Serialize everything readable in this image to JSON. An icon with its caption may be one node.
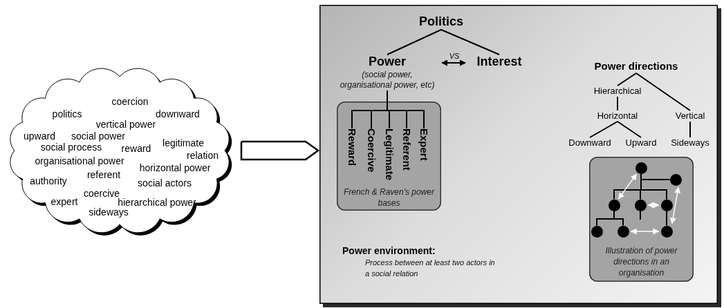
{
  "diagram": {
    "nodes": [
      {
        "text": [
          "coercion",
          "politics",
          "downward",
          "vertical power",
          "upward",
          "social power",
          "social process",
          "reward",
          "legitimate",
          "relation",
          "organisational power",
          "horizontal power",
          "referent",
          "authority",
          "social actors",
          "coercive",
          "expert",
          "hierarchical power",
          "sideways"
        ]
      },
      {
        "text": [],
        "shape": "box"
      },
      {
        "text": [
          "Politics"
        ],
        "in": 1
      },
      {
        "text": [
          "Power",
          "(social power, organisational power, etc)"
        ],
        "in": 1
      },
      {
        "text": [
          "Interest"
        ],
        "in": 1
      },
      {
        "text": [
          "French & Raven's power bases"
        ],
        "in": 1
      },
      {
        "text": [
          "Reward"
        ],
        "in": 5
      },
      {
        "text": [
          "Coercive"
        ],
        "in": 5
      },
      {
        "text": [
          "Legitimate"
        ],
        "in": 5
      },
      {
        "text": [
          "Referent"
        ],
        "in": 5
      },
      {
        "text": [
          "Expert"
        ],
        "in": 5
      },
      {
        "text": [
          "Power environment:",
          "Process between at least two actors in a social relation"
        ],
        "in": 1
      },
      {
        "text": [
          "Power directions"
        ],
        "in": 1
      },
      {
        "text": [
          "Hierarchical"
        ],
        "in": 1
      },
      {
        "text": [
          "Horizontal"
        ],
        "in": 1
      },
      {
        "text": [
          "Vertical"
        ],
        "in": 1
      },
      {
        "text": [
          "Downward"
        ],
        "in": 1
      },
      {
        "text": [
          "Upward"
        ],
        "in": 1
      },
      {
        "text": [
          "Sideways"
        ],
        "in": 1
      },
      {
        "text": [
          "Illustration of power directions in an organisation"
        ],
        "in": 1
      },
      {
        "text": [],
        "shape": "circle",
        "in": 19
      },
      {
        "text": [],
        "shape": "circle",
        "in": 19
      },
      {
        "text": [],
        "shape": "circle",
        "in": 19
      },
      {
        "text": [],
        "shape": "circle",
        "in": 19
      },
      {
        "text": [],
        "shape": "circle",
        "in": 19
      },
      {
        "text": [],
        "shape": "circle",
        "in": 19
      },
      {
        "text": [],
        "shape": "circle",
        "in": 19
      },
      {
        "text": [],
        "shape": "circle",
        "in": 19
      }
    ],
    "edges": [
      {
        "from": 0,
        "to": 1,
        "arrow": "to"
      },
      {
        "from": 2,
        "to": 3,
        "arrow": "none"
      },
      {
        "from": 2,
        "to": 4,
        "arrow": "none"
      },
      {
        "from": 3,
        "to": 4,
        "arrow": "both",
        "label": "VS"
      },
      {
        "from": 3,
        "to": 6,
        "arrow": "none"
      },
      {
        "from": 3,
        "to": 7,
        "arrow": "none"
      },
      {
        "from": 3,
        "to": 8,
        "arrow": "none"
      },
      {
        "from": 3,
        "to": 9,
        "arrow": "none"
      },
      {
        "from": 3,
        "to": 10,
        "arrow": "none"
      },
      {
        "from": 12,
        "to": 13,
        "arrow": "none"
      },
      {
        "from": 12,
        "to": 15,
        "arrow": "none"
      },
      {
        "from": 13,
        "to": 14,
        "arrow": "none"
      },
      {
        "from": 14,
        "to": 16,
        "arrow": "none"
      },
      {
        "from": 14,
        "to": 17,
        "arrow": "none"
      },
      {
        "from": 15,
        "to": 18,
        "arrow": "none"
      },
      {
        "from": 20,
        "to": 21,
        "arrow": "none"
      },
      {
        "from": 20,
        "to": 22,
        "arrow": "none"
      },
      {
        "from": 20,
        "to": 23,
        "arrow": "none"
      },
      {
        "from": 20,
        "to": 24,
        "arrow": "none"
      },
      {
        "from": 22,
        "to": 25,
        "arrow": "none"
      },
      {
        "from": 22,
        "to": 26,
        "arrow": "none"
      },
      {
        "from": 24,
        "to": 27,
        "arrow": "none"
      },
      {
        "from": 20,
        "to": 22,
        "arrow": "both",
        "color": "#ffffff"
      },
      {
        "from": 23,
        "to": 24,
        "arrow": "both",
        "color": "#ffffff"
      },
      {
        "from": 26,
        "to": 27,
        "arrow": "both",
        "color": "#ffffff"
      },
      {
        "from": 21,
        "to": 27,
        "arrow": "both",
        "color": "#ffffff"
      }
    ]
  }
}
